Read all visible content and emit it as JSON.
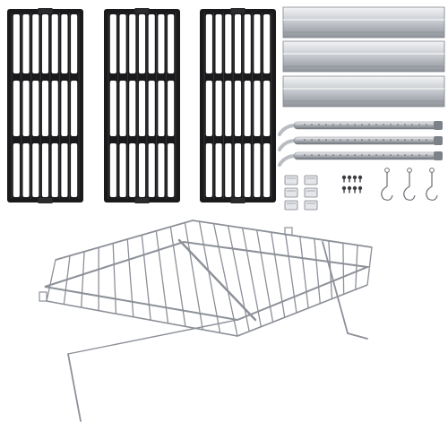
{
  "image": {
    "background": "#ffffff",
    "colors": {
      "cast_iron": "#1a1a1c",
      "cast_iron_highlight": "#4a4a50",
      "steel_light": "#e4e6ea",
      "steel_mid": "#b9bdc3",
      "steel_dark": "#7d8188",
      "wire": "#8c9098"
    },
    "parts": {
      "cooking_grates": {
        "count": 3,
        "icon": "grate-icon"
      },
      "heat_plates": {
        "count": 3,
        "icon": "heat-plate-icon"
      },
      "burners": {
        "count": 3,
        "icon": "burner-icon"
      },
      "carryover_tubes": {
        "count": 6,
        "icon": "bracket-icon"
      },
      "screws": {
        "count": 8,
        "icon": "screw-icon"
      },
      "igniter_wires": {
        "count": 3,
        "icon": "igniter-icon"
      },
      "warming_rack": {
        "count": 1,
        "icon": "warming-rack-icon"
      }
    }
  }
}
